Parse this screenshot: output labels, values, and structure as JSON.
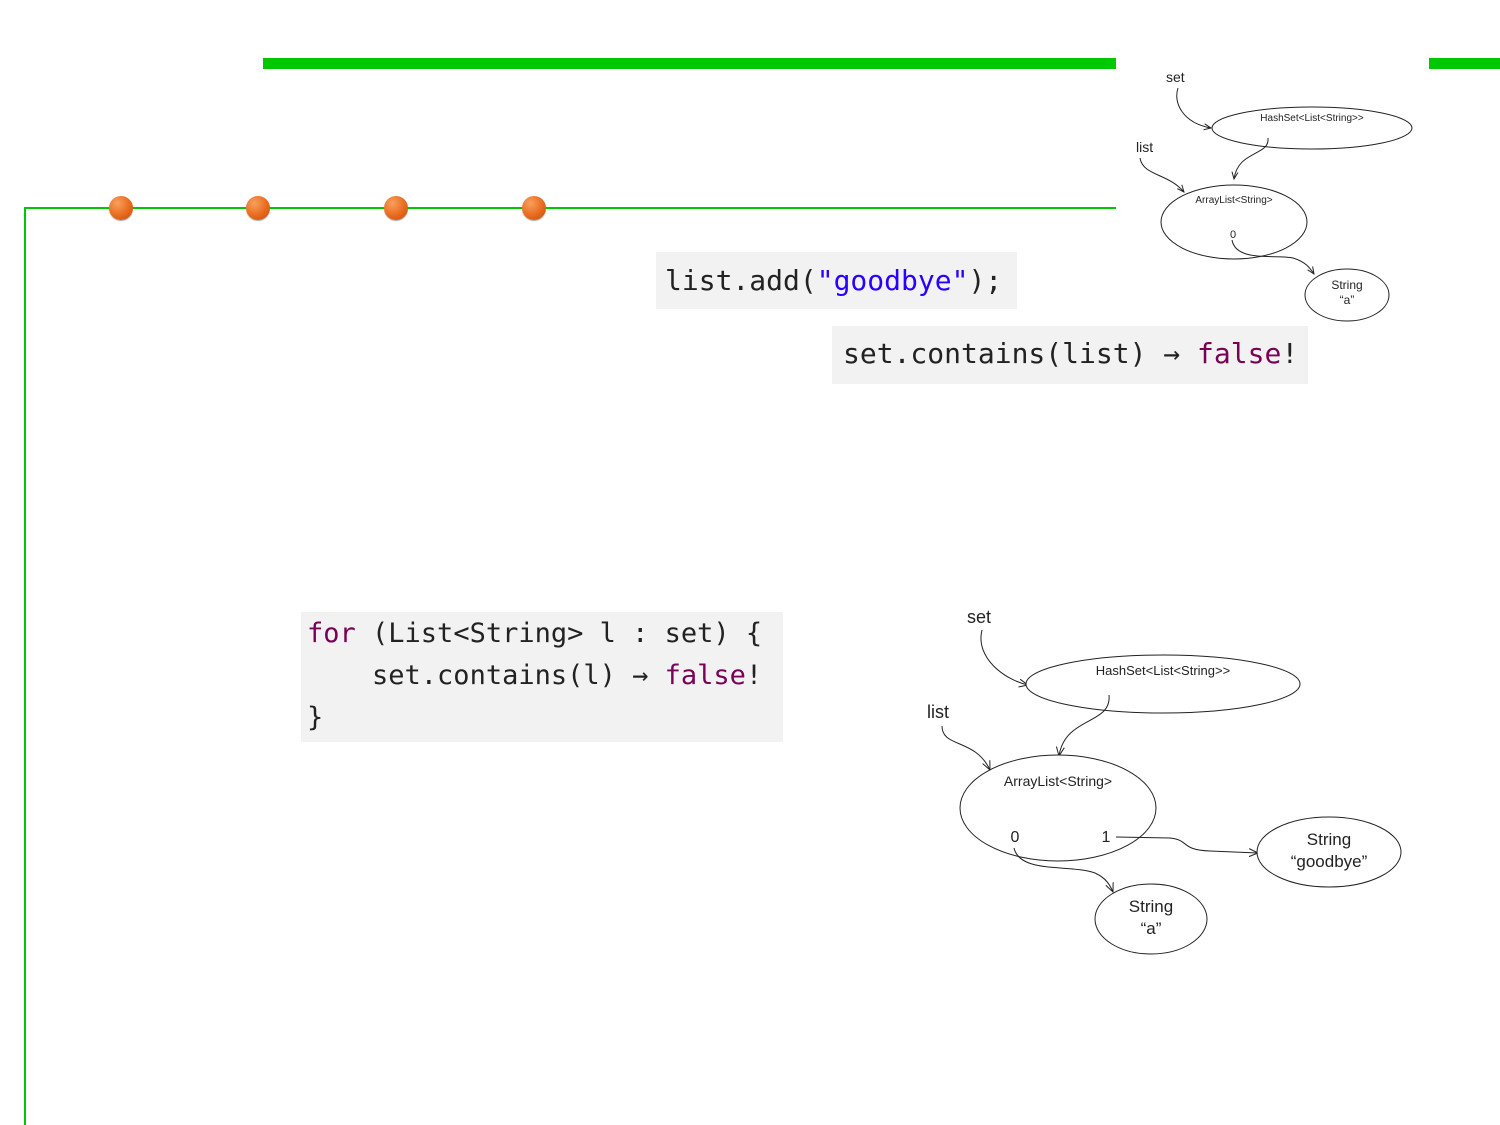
{
  "slide": {
    "accent_color": "#00c800",
    "dot_color": "#e86a1c",
    "dot_count": 4
  },
  "code_top": {
    "line": {
      "before": "list.add(",
      "string": "\"goodbye\"",
      "after": ");"
    }
  },
  "code_result": {
    "before": "set.contains(list) → ",
    "keyword": "false",
    "after": "!"
  },
  "code_loop": {
    "line1": {
      "keyword": "for",
      "rest": " (List<String> l : set) {"
    },
    "line2": {
      "indent": "    ",
      "before": "set.contains(l) → ",
      "keyword": "false",
      "after": "!"
    },
    "line3": "}"
  },
  "diagram_small": {
    "var_set": "set",
    "var_list": "list",
    "hashset_label": "HashSet<List<String>>",
    "arraylist_label": "ArrayList<String>",
    "index_0": "0",
    "string_a_type": "String",
    "string_a_value": "“a”"
  },
  "diagram_large": {
    "var_set": "set",
    "var_list": "list",
    "hashset_label": "HashSet<List<String>>",
    "arraylist_label": "ArrayList<String>",
    "index_0": "0",
    "index_1": "1",
    "string_a_type": "String",
    "string_a_value": "“a”",
    "string_goodbye_type": "String",
    "string_goodbye_value": "“goodbye”"
  }
}
